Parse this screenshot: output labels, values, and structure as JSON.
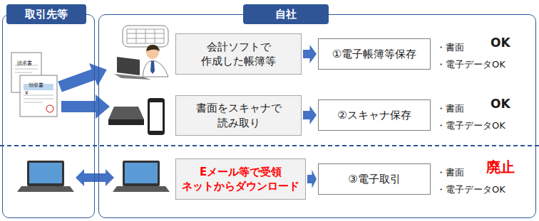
{
  "diagram": {
    "nodes": [
      {
        "text": [
          "取引先等"
        ]
      },
      {
        "text": [
          "自社"
        ]
      },
      {
        "text": [
          "会計ソフトで 作成した帳簿等"
        ],
        "in": 1
      },
      {
        "text": [
          "書面をスキャナで 読み取り"
        ],
        "in": 1
      },
      {
        "text": [
          "Eメール等で受領 ネットからダウンロード"
        ],
        "in": 1
      },
      {
        "text": [
          "①電子帳簿等保存"
        ],
        "in": 1
      },
      {
        "text": [
          "②スキャナ保存"
        ],
        "in": 1
      },
      {
        "text": [
          "③電子取引"
        ],
        "in": 1
      }
    ],
    "edges": [
      {
        "from": 2,
        "to": 5,
        "arrow": "to"
      },
      {
        "from": 3,
        "to": 6,
        "arrow": "to"
      },
      {
        "from": 4,
        "to": 7,
        "arrow": "to"
      }
    ],
    "labels": [
      "請求書",
      "領収書",
      "¥",
      "・書面",
      "OK",
      "・電子データOK",
      "・書面",
      "OK",
      "・電子データOK",
      "・書面",
      "廃止",
      "・電子データOK"
    ]
  }
}
